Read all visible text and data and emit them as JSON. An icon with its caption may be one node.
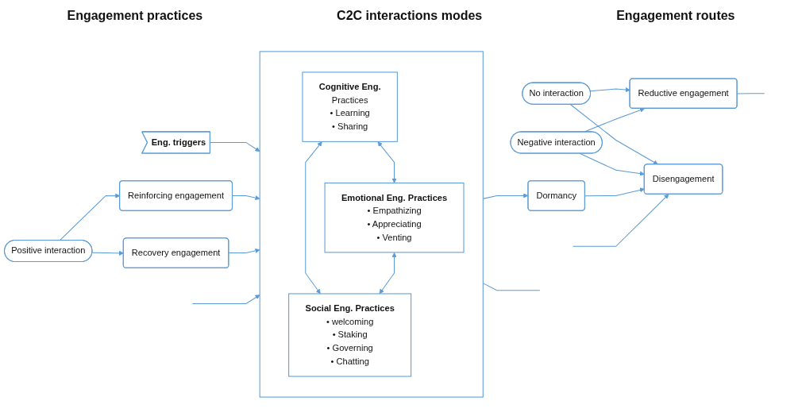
{
  "diagram": {
    "nodes": [
      {
        "text": [
          "Eng. triggers"
        ]
      },
      {
        "text": [],
        "shape": "box"
      },
      {
        "text": [
          "Cognitive Eng.",
          "Practices",
          "• Learning",
          "• Sharing"
        ],
        "in": 1
      },
      {
        "text": [
          "Emotional Eng. Practices",
          "• Empathizing",
          "• Appreciating",
          "• Venting"
        ],
        "in": 1
      },
      {
        "text": [
          "Social Eng. Practices",
          "• welcoming",
          "• Staking",
          "• Governing",
          "• Chatting"
        ],
        "in": 1
      },
      {
        "text": [
          "Positive interaction"
        ]
      },
      {
        "text": [
          "No interaction"
        ]
      },
      {
        "text": [
          "Negative interaction"
        ]
      },
      {
        "text": [
          "Reinforcing engagement"
        ]
      },
      {
        "text": [
          "Recovery engagement"
        ]
      },
      {
        "text": [
          "Reductive engagement"
        ]
      },
      {
        "text": [
          "Disengagement"
        ]
      },
      {
        "text": [
          "Dormancy"
        ]
      }
    ],
    "edges": [
      {
        "from": 0,
        "to": 1,
        "arrow": "to"
      },
      {
        "from": 2,
        "to": 3,
        "arrow": "both"
      },
      {
        "from": 2,
        "to": 4,
        "arrow": "both"
      },
      {
        "from": 3,
        "to": 4,
        "arrow": "both"
      },
      {
        "from": 5,
        "to": 8,
        "arrow": "to"
      },
      {
        "from": 5,
        "to": 9,
        "arrow": "to"
      },
      {
        "from": 6,
        "to": 10,
        "arrow": "to"
      },
      {
        "from": 6,
        "to": 11,
        "arrow": "to"
      },
      {
        "from": 7,
        "to": 10,
        "arrow": "to"
      },
      {
        "from": 7,
        "to": 11,
        "arrow": "to"
      },
      {
        "from": 12,
        "to": 11,
        "arrow": "to"
      },
      {
        "from": 8,
        "to": 1,
        "arrow": "to"
      },
      {
        "from": 9,
        "to": 1,
        "arrow": "to"
      },
      {
        "from": null,
        "to": 1,
        "arrow": "to"
      },
      {
        "from": 10,
        "to": null,
        "arrow": "none"
      },
      {
        "from": null,
        "to": 11,
        "arrow": "to"
      },
      {
        "from": 1,
        "to": 12,
        "arrow": "to"
      },
      {
        "from": 1,
        "to": null,
        "arrow": "none"
      }
    ],
    "labels": [
      "Engagement practices",
      "C2C interactions modes",
      "Engagement routes"
    ]
  }
}
